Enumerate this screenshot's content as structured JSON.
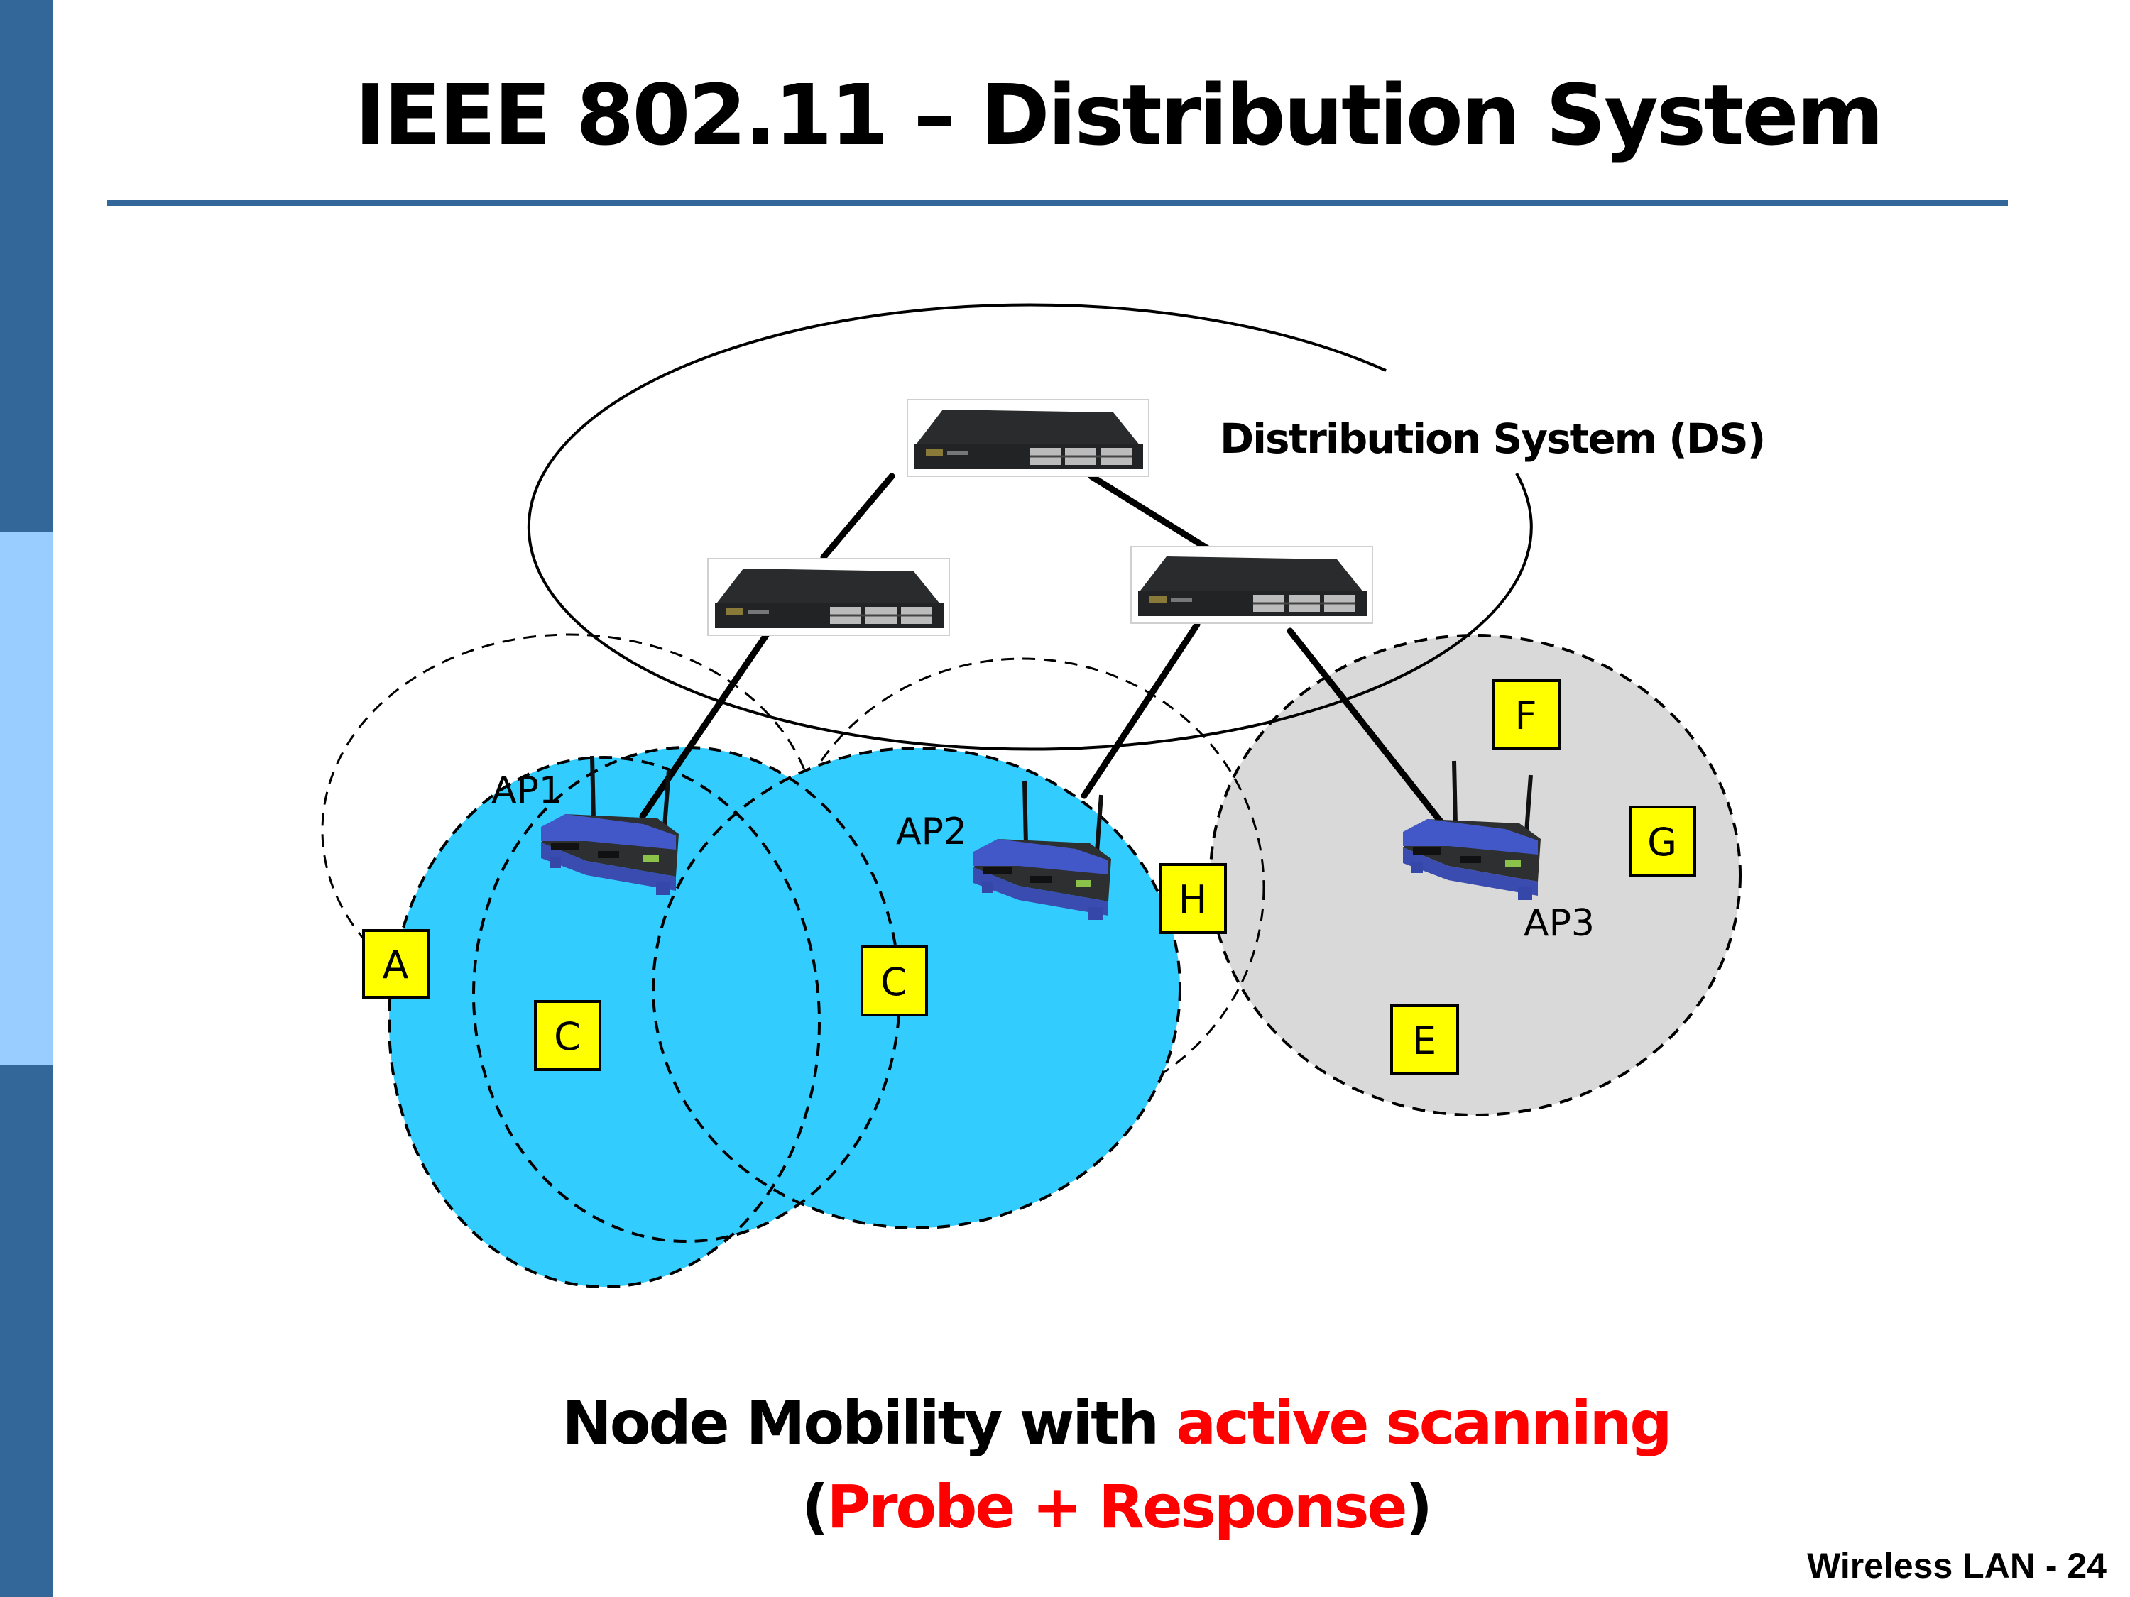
{
  "slide": {
    "title": "IEEE 802.11 – Distribution System",
    "footer": "Wireless LAN - 24",
    "colors": {
      "sidebar_dark": "#336699",
      "sidebar_light": "#99ccff",
      "rule": "#336699",
      "coverage_active": "#33ccff",
      "coverage_ap3": "#d9d9d9",
      "node_fill": "#ffff00",
      "highlight_text": "#ff0000"
    }
  },
  "diagram": {
    "ds_label": "Distribution System (DS)",
    "switches": [
      {
        "id": "switch-root",
        "icon": "network-switch-icon"
      },
      {
        "id": "switch-left",
        "icon": "network-switch-icon"
      },
      {
        "id": "switch-right",
        "icon": "network-switch-icon"
      }
    ],
    "access_points": [
      {
        "label": "AP1",
        "icon": "wireless-router-icon"
      },
      {
        "label": "AP2",
        "icon": "wireless-router-icon"
      },
      {
        "label": "AP3",
        "icon": "wireless-router-icon"
      }
    ],
    "nodes": [
      {
        "label": "A"
      },
      {
        "label": "C"
      },
      {
        "label": "C"
      },
      {
        "label": "H"
      },
      {
        "label": "F"
      },
      {
        "label": "G"
      },
      {
        "label": "E"
      }
    ]
  },
  "caption": {
    "line1_prefix": "Node Mobility with ",
    "line1_highlight": "active scanning",
    "line2_open": "(",
    "line2_highlight": "Probe + Response",
    "line2_close": ")"
  }
}
